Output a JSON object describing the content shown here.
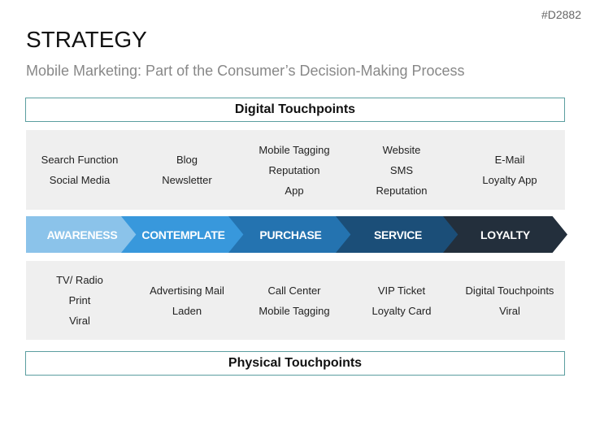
{
  "slide_id": "#D2882",
  "title": "STRATEGY",
  "subtitle": "Mobile Marketing: Part of the Consumer’s Decision-Making Process",
  "digital_header": "Digital Touchpoints",
  "physical_header": "Physical Touchpoints",
  "digital": [
    [
      "Search Function",
      "Social Media"
    ],
    [
      "Blog",
      "Newsletter"
    ],
    [
      "Mobile Tagging",
      "Reputation",
      "App"
    ],
    [
      "Website",
      "SMS",
      "Reputation"
    ],
    [
      "E-Mail",
      "Loyalty App"
    ]
  ],
  "stages": [
    {
      "label": "AWARENESS",
      "color": "#8bc3ea"
    },
    {
      "label": "CONTEMPLATE",
      "color": "#3898dc"
    },
    {
      "label": "PURCHASE",
      "color": "#2473b0"
    },
    {
      "label": "SERVICE",
      "color": "#1b4e78"
    },
    {
      "label": "LOYALTY",
      "color": "#232f3c"
    }
  ],
  "physical": [
    [
      "TV/ Radio",
      "Print",
      "Viral"
    ],
    [
      "Advertising Mail",
      "Laden"
    ],
    [
      "Call Center",
      "Mobile Tagging"
    ],
    [
      "VIP Ticket",
      "Loyalty Card"
    ],
    [
      "Digital Touchpoints",
      "Viral"
    ]
  ]
}
